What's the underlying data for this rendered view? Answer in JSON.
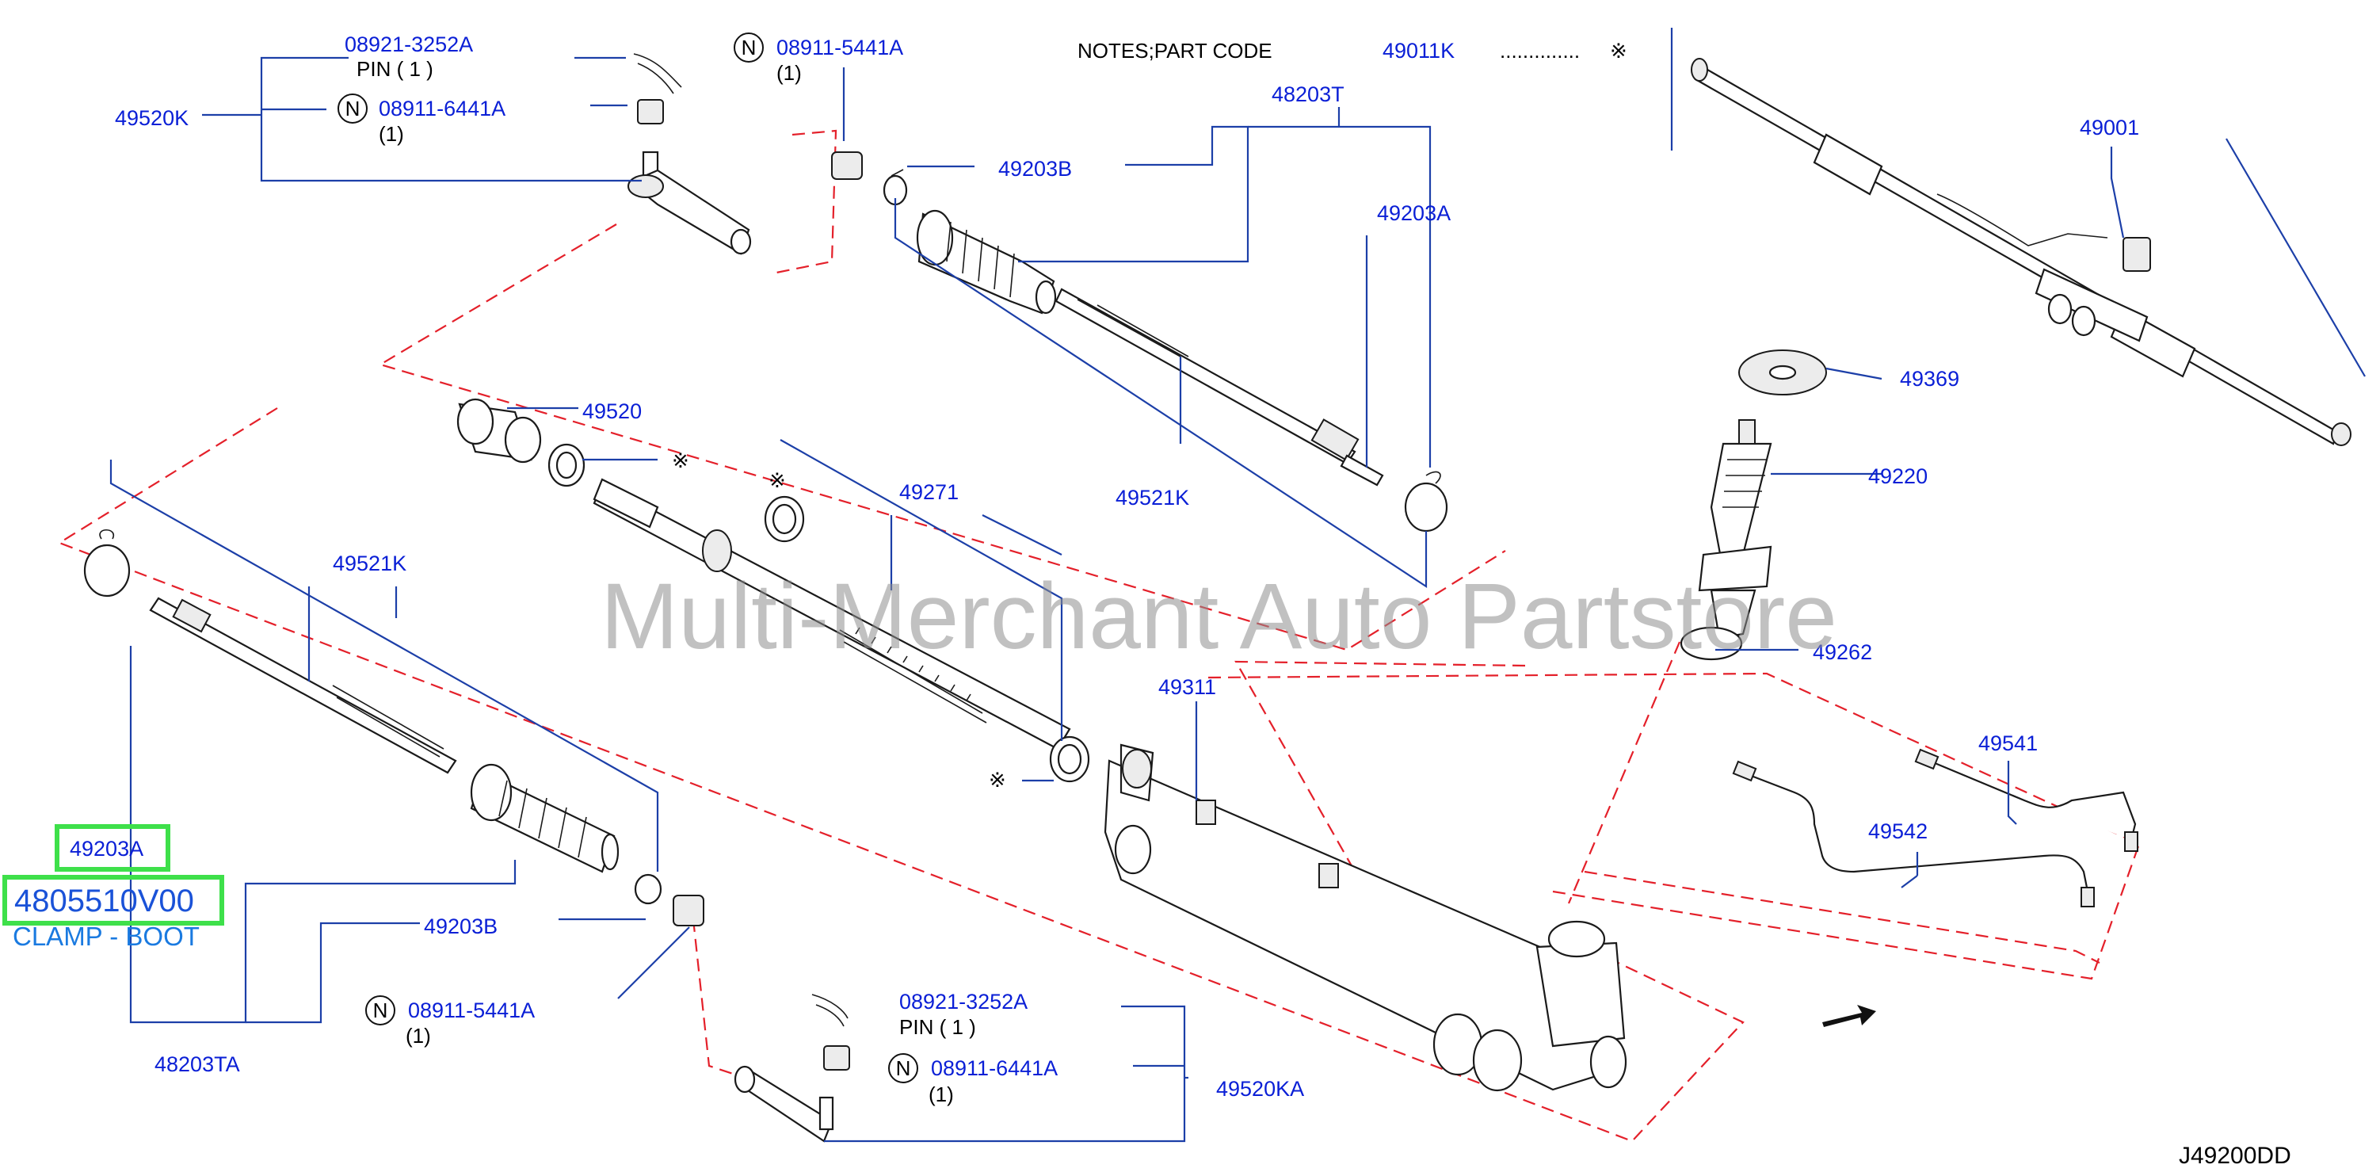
{
  "notes": {
    "label": "NOTES;PART   CODE",
    "code": "49011K",
    "dots": "..............",
    "mark": "※"
  },
  "labels": {
    "l49520K": "49520K",
    "l08921_top": "08921-3252A",
    "pin_top": "PIN  ( 1 )",
    "l08911_6441A_top": "08911-6441A",
    "qty_6441A_top": "(1)",
    "l08911_5441A_top": "08911-5441A",
    "qty_5441A_top": "(1)",
    "l49203B_top": "49203B",
    "l48203T": "48203T",
    "l49203A_right": "49203A",
    "l49001": "49001",
    "l49369": "49369",
    "l49520": "49520",
    "l49271": "49271",
    "l49521K_mid": "49521K",
    "l49220": "49220",
    "l49521K_left": "49521K",
    "l49262": "49262",
    "l49311": "49311",
    "l49541": "49541",
    "l49542": "49542",
    "l49203A_left": "49203A",
    "l49203B_bottom": "49203B",
    "l08911_5441A_bot": "08911-5441A",
    "qty_5441A_bot": "(1)",
    "l08921_bot": "08921-3252A",
    "pin_bot": "PIN  ( 1 )",
    "l08911_6441A_bot": "08911-6441A",
    "qty_6441A_bot": "(1)",
    "l49520KA": "49520KA",
    "l48203TA": "48203TA",
    "diagram_code": "J49200DD",
    "n_symbol": "N",
    "mark": "※"
  },
  "highlight": {
    "part_number": "4805510V00",
    "description": "CLAMP - BOOT"
  },
  "watermark": "Multi-Merchant Auto Partstore",
  "colors": {
    "label": "#0a1fd6",
    "leader": "#1c3fa8",
    "dash": "#e4202a",
    "highlight": "#3ee04a"
  }
}
